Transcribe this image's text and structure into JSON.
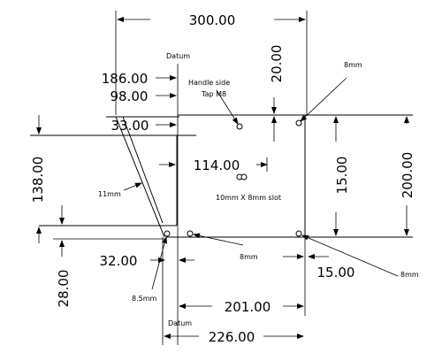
{
  "dimensions": {
    "top_width": "300.00",
    "d186": "186.00",
    "d98": "98.00",
    "d33": "33.00",
    "d20": "20.00",
    "d114": "114.00",
    "d138": "138.00",
    "d15_vertical": "15.00",
    "d200": "200.00",
    "d32": "32.00",
    "d28": "28.00",
    "d15_horizontal": "15.00",
    "d201": "201.00",
    "d226": "226.00"
  },
  "labels": {
    "datum_top": "Datum",
    "datum_bottom": "Datum",
    "handle_side": "Handle side",
    "tap_m8": "Tap M8",
    "slot": "10mm X 8mm slot",
    "mm11": "11mm",
    "mm8_top": "8mm",
    "mm8_bottom_mid": "8mm",
    "mm8_bottom_right": "8mm",
    "mm8_5": "8.5mm"
  }
}
